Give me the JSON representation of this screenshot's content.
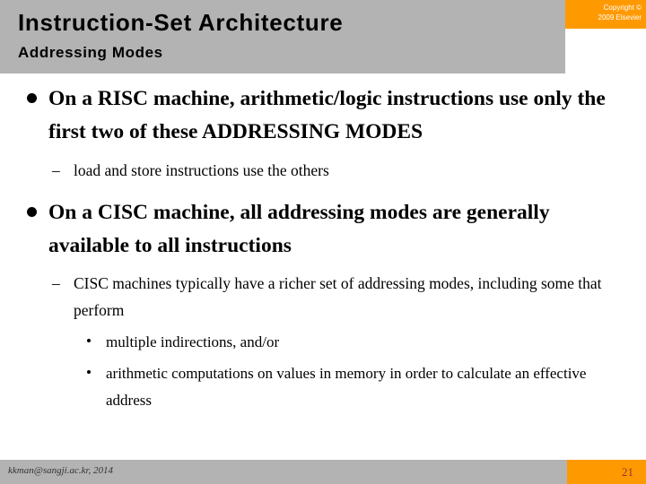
{
  "header": {
    "title": "Instruction-Set Architecture",
    "subtitle": "Addressing Modes",
    "bar_color": "#b3b3b3",
    "copyright": {
      "line1": "Copyright ©",
      "line2": "2009 Elsevier",
      "banner_color": "#ff9900"
    }
  },
  "content": {
    "bullets": [
      {
        "level": 1,
        "marker": "disc",
        "text": "On a RISC machine, arithmetic/logic instructions use only the first two of these ADDRESSING MODES"
      },
      {
        "level": 2,
        "marker": "en-dash",
        "text": "load and store instructions use the others"
      },
      {
        "level": 1,
        "marker": "disc",
        "text": "On a CISC machine, all addressing modes are generally available to all instructions"
      },
      {
        "level": 2,
        "marker": "en-dash",
        "text": "CISC machines typically have a richer set of addressing modes, including some that perform"
      },
      {
        "level": 3,
        "marker": "dot",
        "text": "multiple indirections, and/or"
      },
      {
        "level": 3,
        "marker": "dot",
        "text": "arithmetic computations on values in memory in order to calculate an effective address"
      }
    ],
    "markers": {
      "en_dash": "–"
    }
  },
  "footer": {
    "email": "kkman@sangji.ac.kr, 2014",
    "page_number": "21",
    "bar_color": "#b3b3b3",
    "accent_color": "#ff9900",
    "page_number_color": "#993333"
  }
}
